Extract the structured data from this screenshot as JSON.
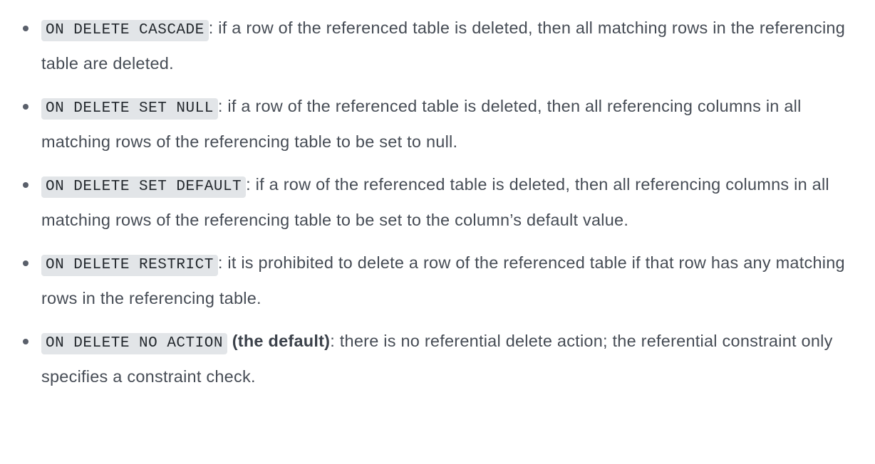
{
  "colors": {
    "text": "#464c55",
    "code_bg": "#e2e5e8",
    "code_text": "#24292e",
    "bullet": "#5a606b",
    "page_bg": "#ffffff"
  },
  "document": {
    "list_items": [
      {
        "code": "ON DELETE CASCADE",
        "gap_after_code": "",
        "bold": "",
        "text": ": if a row of the referenced table is deleted, then all matching rows in the referencing table are deleted."
      },
      {
        "code": "ON DELETE SET NULL",
        "gap_after_code": "",
        "bold": "",
        "text": ": if a row of the referenced table is deleted, then all referencing columns in all matching rows of the referencing table to be set to null."
      },
      {
        "code": "ON DELETE SET DEFAULT",
        "gap_after_code": "",
        "bold": "",
        "text": ": if a row of the referenced table is deleted, then all referencing columns in all matching rows of the referencing table to be set to the column’s default value."
      },
      {
        "code": "ON DELETE RESTRICT",
        "gap_after_code": "",
        "bold": "",
        "text": ": it is prohibited to delete a row of the referenced table if that row has any matching rows in the referencing table."
      },
      {
        "code": "ON DELETE NO ACTION",
        "gap_after_code": " ",
        "bold": "(the default)",
        "text": ": there is no referential delete action; the referential constraint only specifies a constraint check."
      }
    ]
  }
}
